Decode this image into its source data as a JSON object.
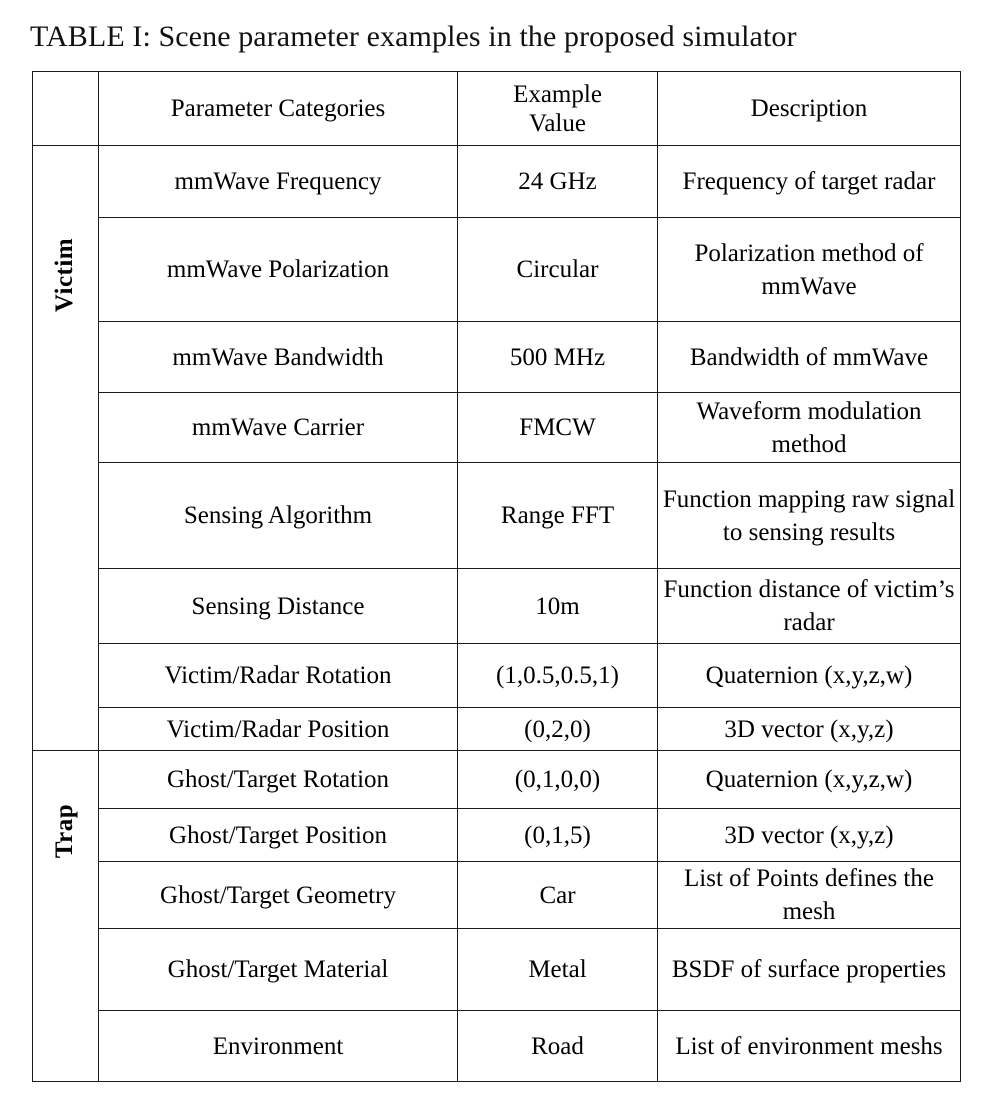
{
  "caption": "TABLE I: Scene parameter examples in the proposed simulator",
  "table": {
    "headers": {
      "group": "",
      "parameter": "Parameter Categories",
      "value": "Example\nValue",
      "value_line1": "Example",
      "value_line2": "Value",
      "description": "Description"
    },
    "groups": [
      {
        "name": "Victim",
        "row_count": 8
      },
      {
        "name": "Trap",
        "row_count": 5
      }
    ],
    "rows": [
      {
        "group": "Victim",
        "parameter": "mmWave Frequency",
        "value": "24 GHz",
        "description": "Frequency of target radar"
      },
      {
        "group": "Victim",
        "parameter": "mmWave Polarization",
        "value": "Circular",
        "description": "Polarization method of mmWave"
      },
      {
        "group": "Victim",
        "parameter": "mmWave Bandwidth",
        "value": "500 MHz",
        "description": "Bandwidth of mmWave"
      },
      {
        "group": "Victim",
        "parameter": "mmWave Carrier",
        "value": "FMCW",
        "description": "Waveform modulation method"
      },
      {
        "group": "Victim",
        "parameter": "Sensing Algorithm",
        "value": "Range FFT",
        "description": "Function mapping raw signal to sensing results"
      },
      {
        "group": "Victim",
        "parameter": "Sensing Distance",
        "value": "10m",
        "description": "Function distance of victim’s radar"
      },
      {
        "group": "Victim",
        "parameter": "Victim/Radar Rotation",
        "value": "(1,0.5,0.5,1)",
        "description": "Quaternion (x,y,z,w)"
      },
      {
        "group": "Victim",
        "parameter": "Victim/Radar Position",
        "value": "(0,2,0)",
        "description": "3D vector (x,y,z)"
      },
      {
        "group": "Trap",
        "parameter": "Ghost/Target Rotation",
        "value": "(0,1,0,0)",
        "description": "Quaternion (x,y,z,w)"
      },
      {
        "group": "Trap",
        "parameter": "Ghost/Target Position",
        "value": "(0,1,5)",
        "description": "3D vector (x,y,z)"
      },
      {
        "group": "Trap",
        "parameter": "Ghost/Target Geometry",
        "value": "Car",
        "description": "List of Points defines the mesh"
      },
      {
        "group": "Trap",
        "parameter": "Ghost/Target Material",
        "value": "Metal",
        "description": "BSDF of surface properties"
      },
      {
        "group": "Trap",
        "parameter": "Environment",
        "value": "Road",
        "description": "List of environment meshs"
      }
    ]
  },
  "colors": {
    "text": "#000000",
    "border": "#1a1a1a",
    "background": "#ffffff"
  }
}
